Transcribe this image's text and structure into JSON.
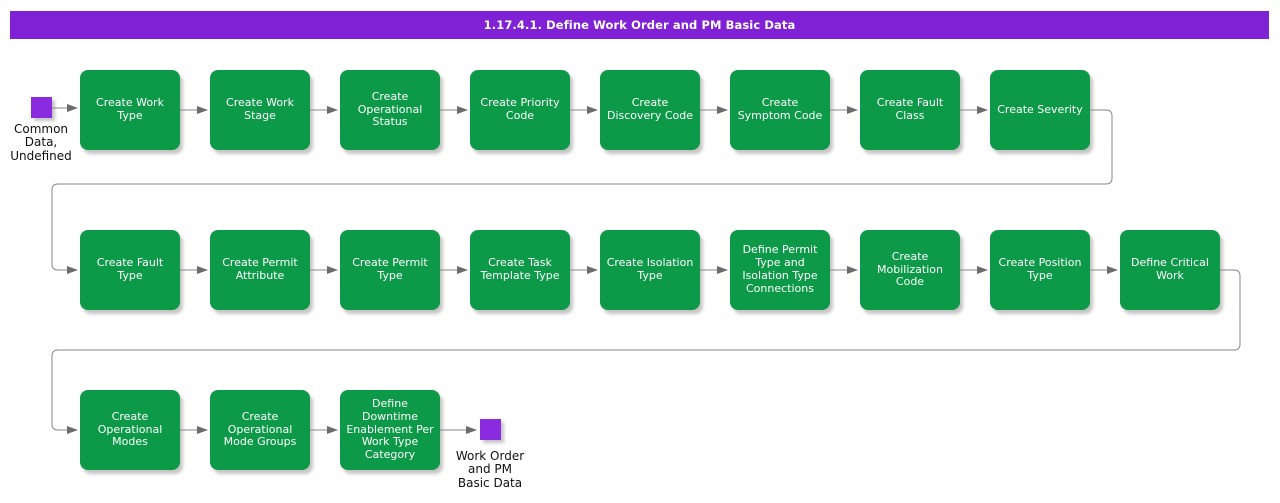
{
  "title_bar": {
    "label": "1.17.4.1. Define Work Order and PM Basic Data"
  },
  "start_node": {
    "label": "Common Data, Undefined"
  },
  "end_node": {
    "label": "Work Order and PM Basic Data"
  },
  "rows": [
    [
      "Create Work Type",
      "Create Work Stage",
      "Create Operational Status",
      "Create Priority Code",
      "Create Discovery Code",
      "Create Symptom Code",
      "Create Fault Class",
      "Create Severity"
    ],
    [
      "Create Fault Type",
      "Create Permit Attribute",
      "Create Permit Type",
      "Create Task Template Type",
      "Create Isolation Type",
      "Define Permit Type and Isolation Type Connections",
      "Create Mobilization Code",
      "Create Position Type",
      "Define Critical Work"
    ],
    [
      "Create Operational Modes",
      "Create Operational Mode Groups",
      "Define Downtime Enablement Per Work Type Category"
    ]
  ],
  "colors": {
    "title_bar_bg": "#8021d6",
    "title_text": "#ffffff",
    "process_node_green": "#0c9a48",
    "node_text": "#ffffff",
    "milestone_purple": "#8a2be0",
    "connector_gray": "#878787",
    "arrowhead_gray": "#6b6b6b",
    "label_text": "#111111",
    "background": "#ffffff"
  }
}
